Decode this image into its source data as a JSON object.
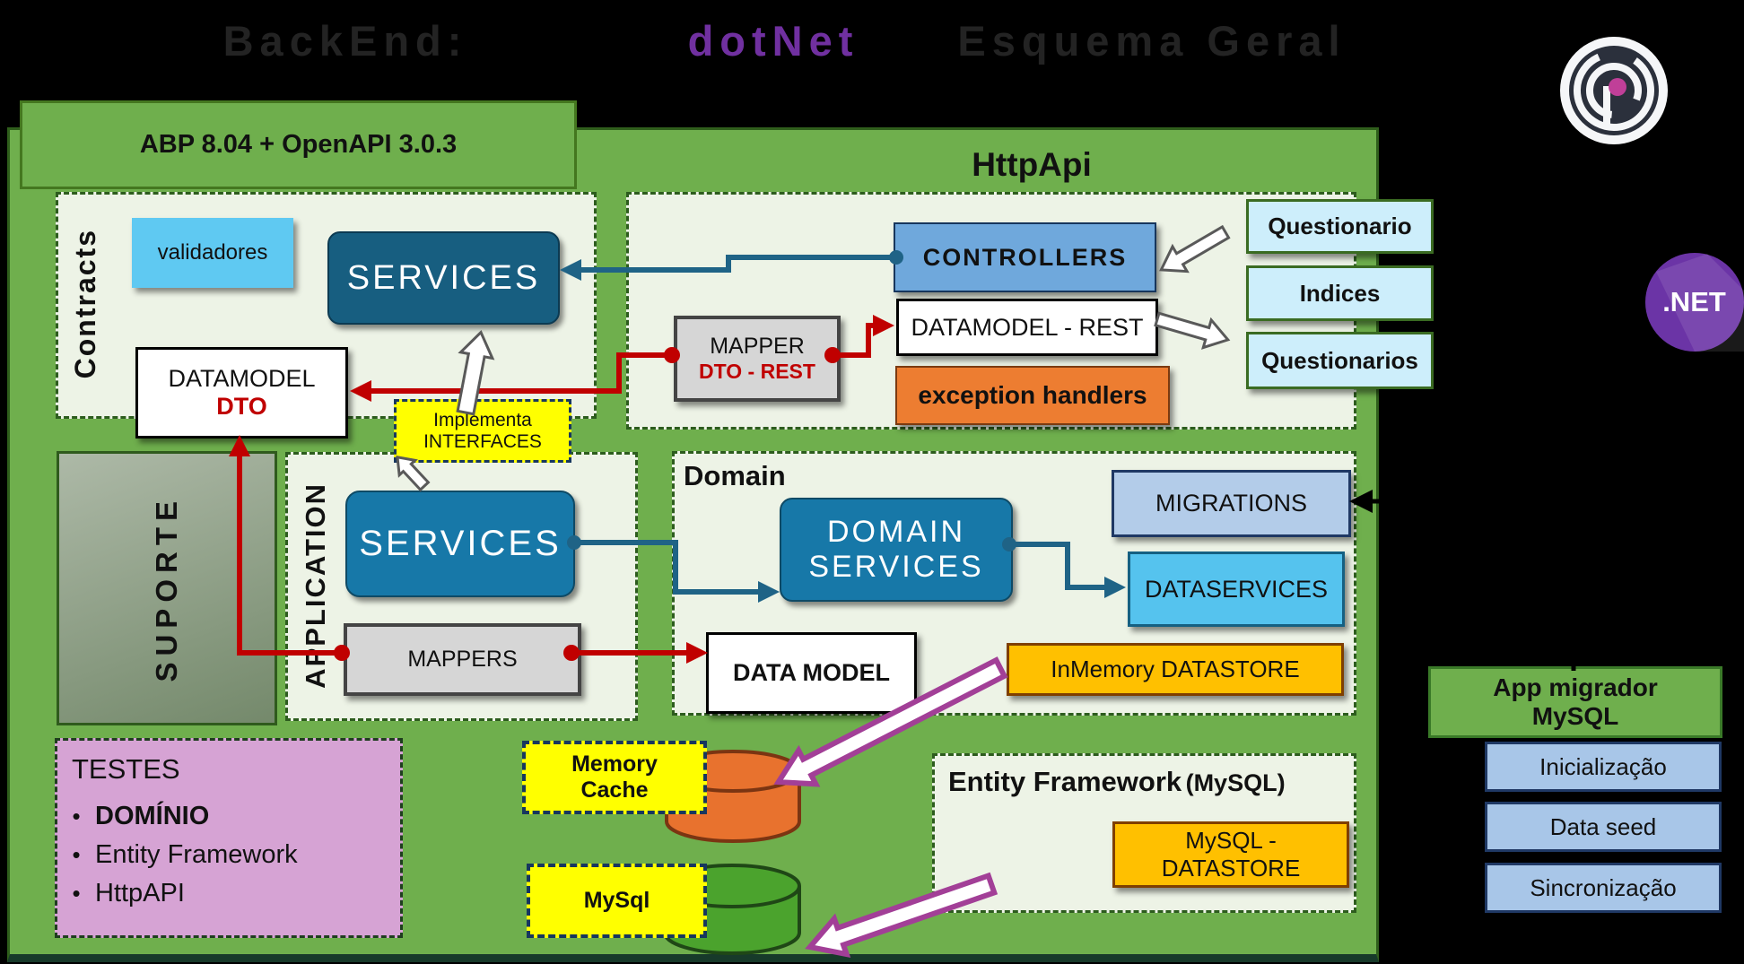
{
  "title": {
    "backend": "BackEnd:",
    "dotnet": "dotNet",
    "esquema": "Esquema Geral"
  },
  "badge_abp": "ABP 8.04 + OpenAPI 3.0.3",
  "contracts": {
    "label": "Contracts",
    "validadores": "validadores",
    "services": "SERVICES",
    "datamodel": {
      "line1": "DATAMODEL",
      "line2": "DTO"
    },
    "implementa": {
      "line1": "Implementa",
      "line2": "INTERFACES"
    }
  },
  "httpapi": {
    "label": "HttpApi",
    "controllers": "CONTROLLERS",
    "datamodel_rest": "DATAMODEL - REST",
    "exception_handlers": "exception handlers",
    "mapper": {
      "line1": "MAPPER",
      "line2": "DTO - REST"
    },
    "endpoints": [
      "Questionario",
      "Indices",
      "Questionarios"
    ]
  },
  "suporte": {
    "label": "SUPORTE"
  },
  "application": {
    "label": "APPLICATION",
    "services": "SERVICES",
    "mappers": "MAPPERS"
  },
  "domain": {
    "label": "Domain",
    "services": {
      "line1": "DOMAIN",
      "line2": "SERVICES"
    },
    "migrations": "MIGRATIONS",
    "dataservices": "DATASERVICES",
    "datamodel": "DATA MODEL",
    "inmemory": "InMemory DATASTORE"
  },
  "testes": {
    "label": "TESTES",
    "items": [
      "DOMÍNIO",
      "Entity Framework",
      "HttpAPI"
    ]
  },
  "cache": {
    "memory": {
      "line1": "Memory",
      "line2": "Cache"
    },
    "mysql": "MySql"
  },
  "entity_framework": {
    "label": "Entity Framework",
    "sublabel": "(MySQL)",
    "datastore": "MySQL - DATASTORE"
  },
  "migrador": {
    "title": {
      "line1": "App migrador",
      "line2": "MySQL"
    },
    "steps": [
      "Inicialização",
      "Data seed",
      "Sincronização"
    ]
  },
  "logos": {
    "dotnet": ".NET"
  },
  "colors": {
    "canvas_bg": "#000000",
    "main_green": "#6FAF4D",
    "panel_bg": "#EDF3E6",
    "teal_box": "#1778A8",
    "teal_dark_box": "#175E80",
    "teal_line": "#1F6386",
    "red_line": "#C00000",
    "blue_controllers": "#6FA8DC",
    "periwinkle": "#B3CCE9",
    "sky_blue": "#55C3EE",
    "light_blue_endpoint": "#CDEEFB",
    "orange_box": "#ED7D31",
    "amber_datastore": "#FFC000",
    "yellow_note": "#FFFF00",
    "pink_testes": "#D6A3D4",
    "purple_title": "#7030A0",
    "purple_arrow": "#A23F97",
    "dotnet_badge": "#6B34A6"
  }
}
